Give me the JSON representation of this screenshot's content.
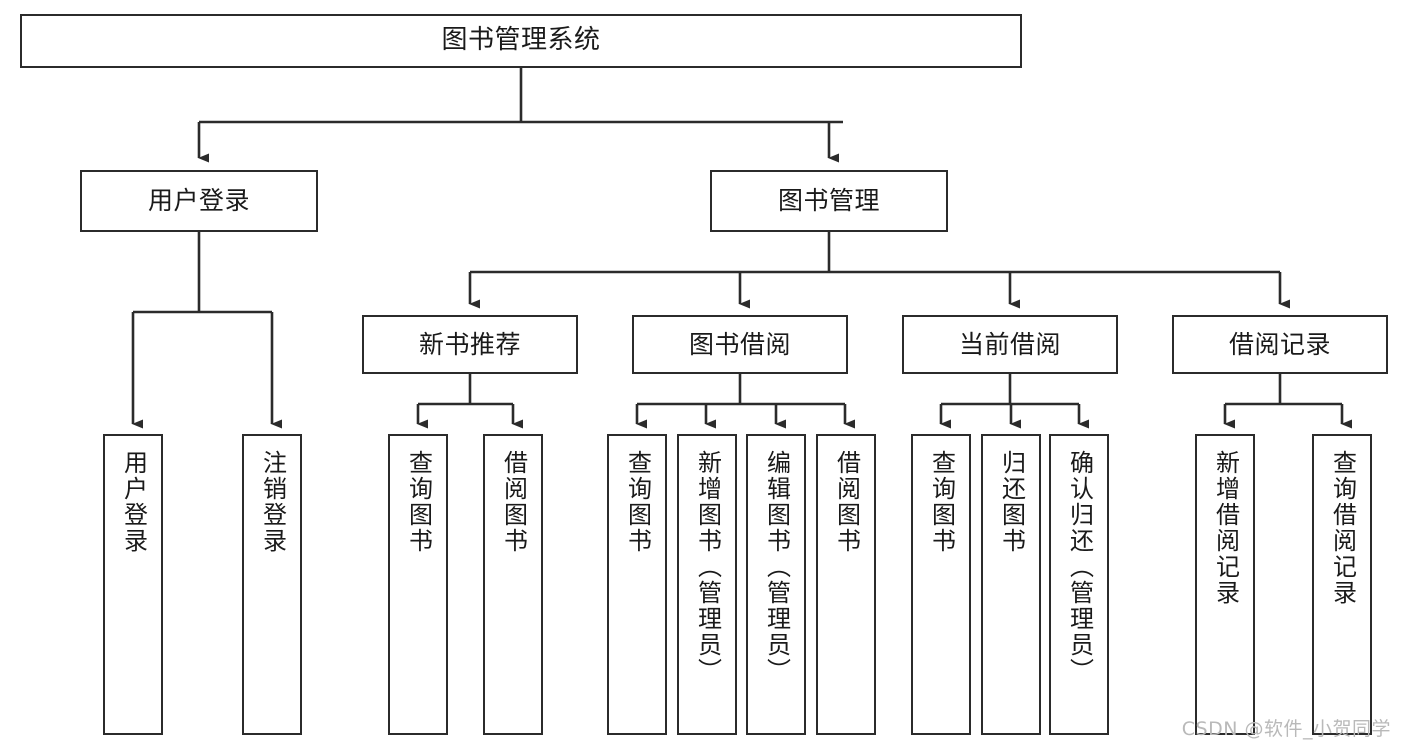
{
  "diagram": {
    "title": "图书管理系统",
    "type": "tree-hierarchy",
    "watermark": "CSDN @软件_小贺同学",
    "colors": {
      "box_border": "#2b2b2b",
      "box_fill": "#ffffff",
      "connector": "#2b2b2b",
      "text": "#1a1a1a",
      "watermark": "#b9b9b9"
    },
    "nodes": {
      "root": {
        "label": "图书管理系统"
      },
      "level2": [
        {
          "label": "用户登录"
        },
        {
          "label": "图书管理"
        }
      ],
      "level3": [
        {
          "label": "新书推荐"
        },
        {
          "label": "图书借阅"
        },
        {
          "label": "当前借阅"
        },
        {
          "label": "借阅记录"
        }
      ],
      "leaves": {
        "user_login": [
          {
            "label": "用户登录"
          },
          {
            "label": "注销登录"
          }
        ],
        "new_book_recommend": [
          {
            "label": "查询图书"
          },
          {
            "label": "借阅图书"
          }
        ],
        "book_borrow": [
          {
            "label": "查询图书"
          },
          {
            "label": "新增图书（管理员）"
          },
          {
            "label": "编辑图书（管理员）"
          },
          {
            "label": "借阅图书"
          }
        ],
        "current_borrow": [
          {
            "label": "查询图书"
          },
          {
            "label": "归还图书"
          },
          {
            "label": "确认归还（管理员）"
          }
        ],
        "borrow_record": [
          {
            "label": "新增借阅记录"
          },
          {
            "label": "查询借阅记录"
          }
        ]
      }
    }
  }
}
